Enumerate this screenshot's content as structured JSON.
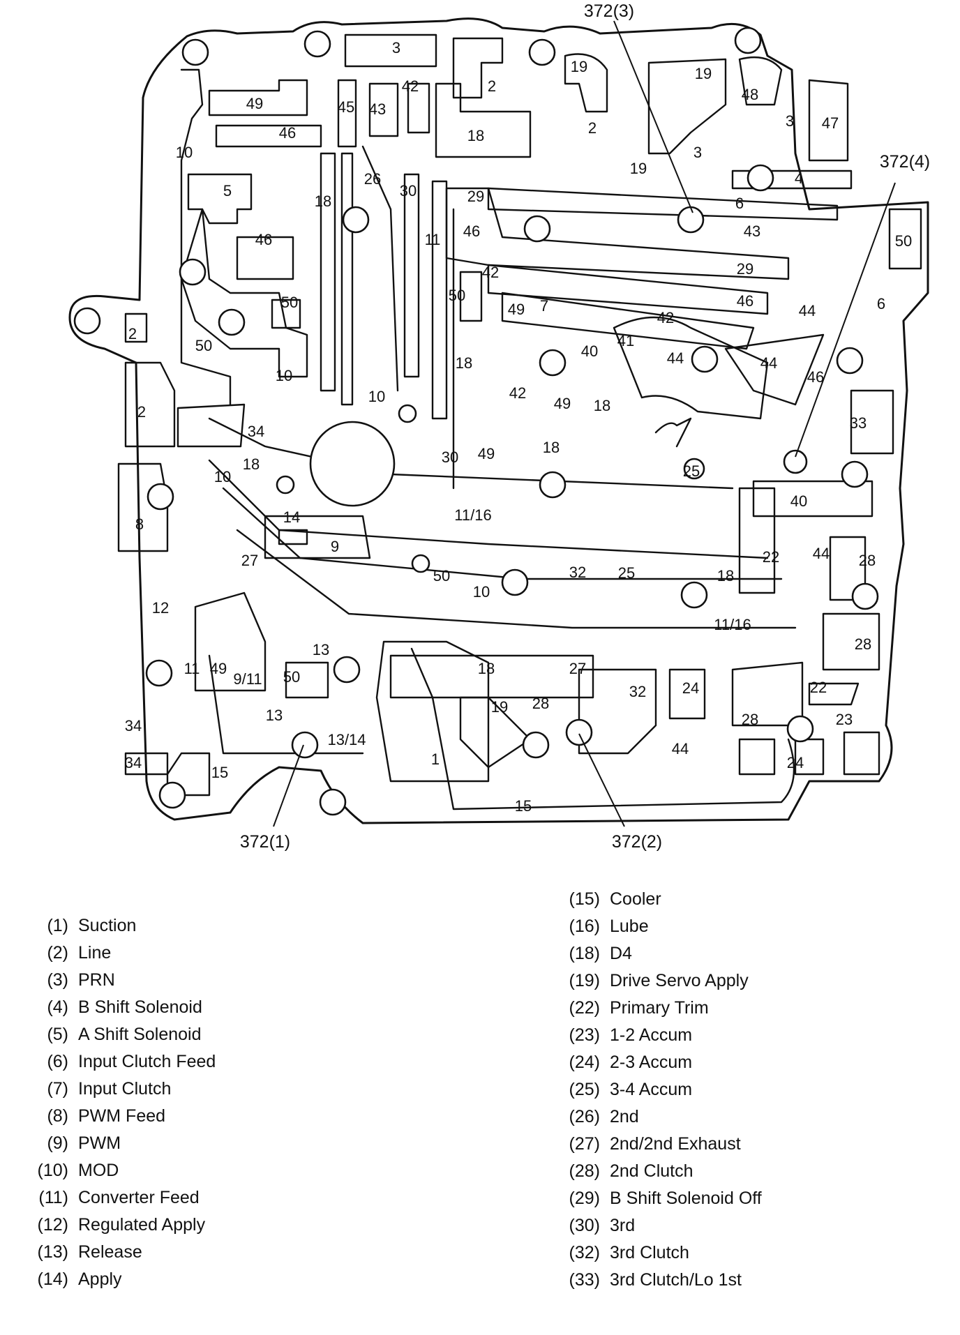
{
  "diagram": {
    "labels": {
      "c1": "1",
      "c2": "2",
      "c3": "3",
      "c4": "4",
      "c5": "5",
      "c6": "6",
      "c7": "7",
      "c8": "8",
      "c9": "9",
      "c10": "10",
      "c11": "11",
      "c12": "12",
      "c13": "13",
      "c14": "14",
      "c15": "15",
      "c18": "18",
      "c19": "19",
      "c22": "22",
      "c23": "23",
      "c24": "24",
      "c25": "25",
      "c26": "26",
      "c27": "27",
      "c28": "28",
      "c29": "29",
      "c30": "30",
      "c32": "32",
      "c33": "33",
      "c34": "34",
      "c40": "40",
      "c41": "41",
      "c42": "42",
      "c43": "43",
      "c44": "44",
      "c45": "45",
      "c46": "46",
      "c47": "47",
      "c48": "48",
      "c49": "49",
      "c50": "50",
      "c11_16": "11/16",
      "c13_14": "13/14",
      "c9_11": "9/11"
    },
    "callouts": [
      "372(3)",
      "372(4)",
      "372(1)",
      "372(2)"
    ]
  },
  "legend": {
    "left": [
      {
        "code": "(1)",
        "name": "Suction"
      },
      {
        "code": "(2)",
        "name": "Line"
      },
      {
        "code": "(3)",
        "name": "PRN"
      },
      {
        "code": "(4)",
        "name": "B Shift Solenoid"
      },
      {
        "code": "(5)",
        "name": "A Shift Solenoid"
      },
      {
        "code": "(6)",
        "name": "Input Clutch Feed"
      },
      {
        "code": "(7)",
        "name": "Input Clutch"
      },
      {
        "code": "(8)",
        "name": "PWM Feed"
      },
      {
        "code": "(9)",
        "name": "PWM"
      },
      {
        "code": "(10)",
        "name": "MOD"
      },
      {
        "code": "(11)",
        "name": "Converter Feed"
      },
      {
        "code": "(12)",
        "name": "Regulated Apply"
      },
      {
        "code": "(13)",
        "name": "Release"
      },
      {
        "code": "(14)",
        "name": "Apply"
      }
    ],
    "right": [
      {
        "code": "(15)",
        "name": "Cooler"
      },
      {
        "code": "(16)",
        "name": "Lube"
      },
      {
        "code": "(18)",
        "name": "D4"
      },
      {
        "code": "(19)",
        "name": "Drive Servo Apply"
      },
      {
        "code": "(22)",
        "name": "Primary Trim"
      },
      {
        "code": "(23)",
        "name": "1-2 Accum"
      },
      {
        "code": "(24)",
        "name": "2-3 Accum"
      },
      {
        "code": "(25)",
        "name": "3-4 Accum"
      },
      {
        "code": "(26)",
        "name": "2nd"
      },
      {
        "code": "(27)",
        "name": "2nd/2nd Exhaust"
      },
      {
        "code": "(28)",
        "name": "2nd Clutch"
      },
      {
        "code": "(29)",
        "name": "B Shift Solenoid Off"
      },
      {
        "code": "(30)",
        "name": "3rd"
      },
      {
        "code": "(32)",
        "name": "3rd Clutch"
      },
      {
        "code": "(33)",
        "name": "3rd Clutch/Lo 1st"
      }
    ]
  }
}
